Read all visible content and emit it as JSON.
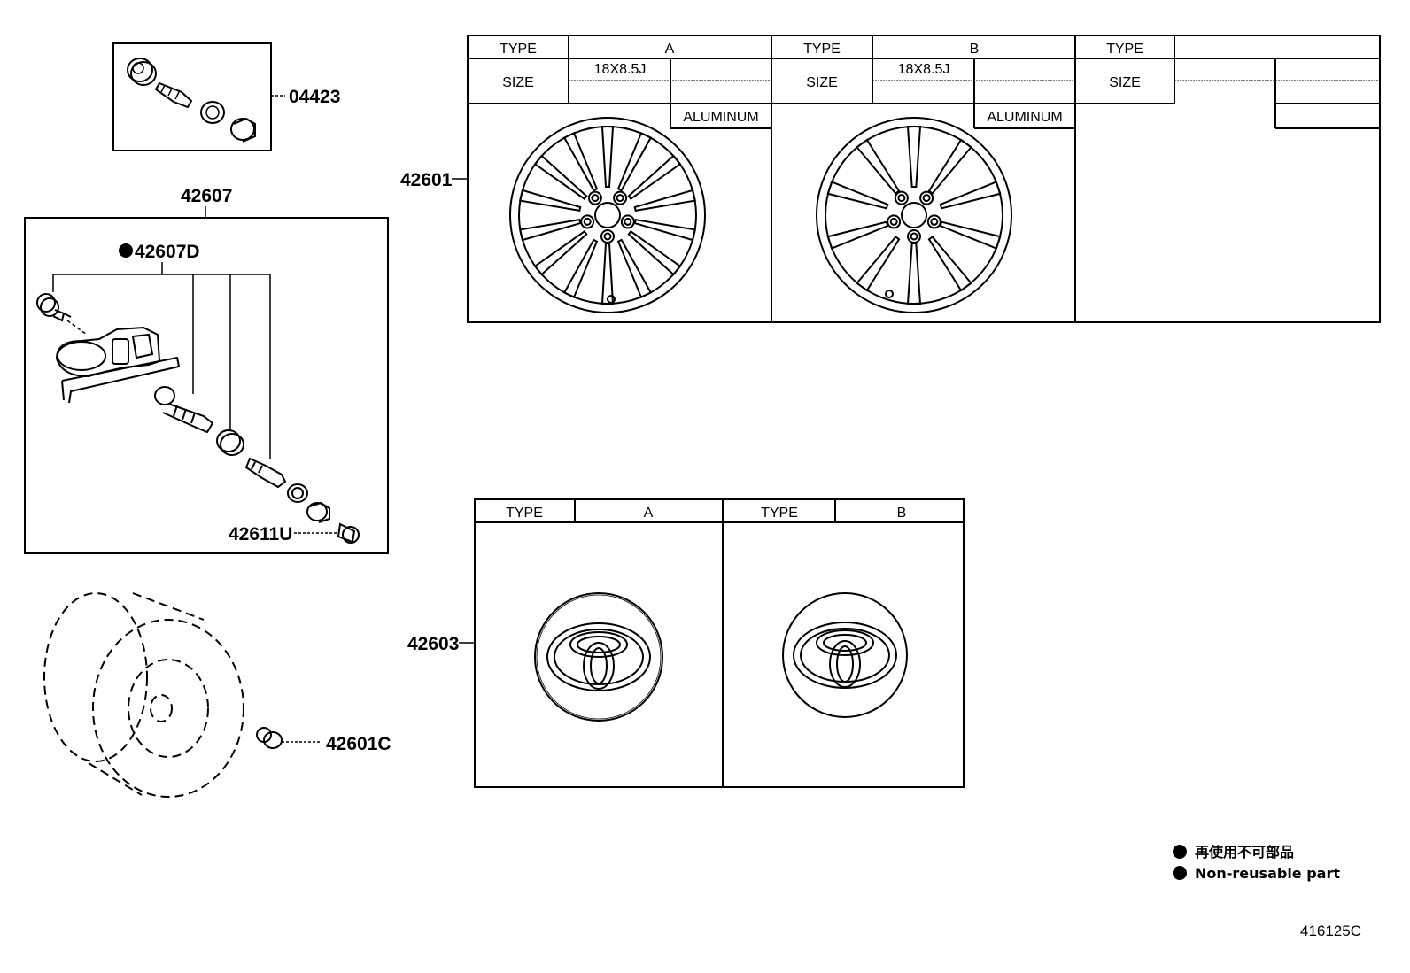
{
  "parts": {
    "valve_kit": "04423",
    "sensor_assy": "42607",
    "sensor_subkit": "42607D",
    "valve_cap": "42611U",
    "wheel": "42601",
    "center_cap": "42603",
    "balance_weight": "42601C"
  },
  "wheel_table": {
    "columns": [
      {
        "type_label": "TYPE",
        "type_value": "A",
        "size_label": "SIZE",
        "size": "18X8.5J",
        "material": "ALUMINUM"
      },
      {
        "type_label": "TYPE",
        "type_value": "B",
        "size_label": "SIZE",
        "size": "18X8.5J",
        "material": "ALUMINUM"
      },
      {
        "type_label": "TYPE",
        "type_value": "",
        "size_label": "SIZE",
        "size": "",
        "material": ""
      }
    ]
  },
  "cap_table": {
    "columns": [
      {
        "type_label": "TYPE",
        "type_value": "A"
      },
      {
        "type_label": "TYPE",
        "type_value": "B"
      }
    ]
  },
  "legend": {
    "line1": "再使用不可部品",
    "line2": "Non-reusable part"
  },
  "diagram_code": "416125C"
}
